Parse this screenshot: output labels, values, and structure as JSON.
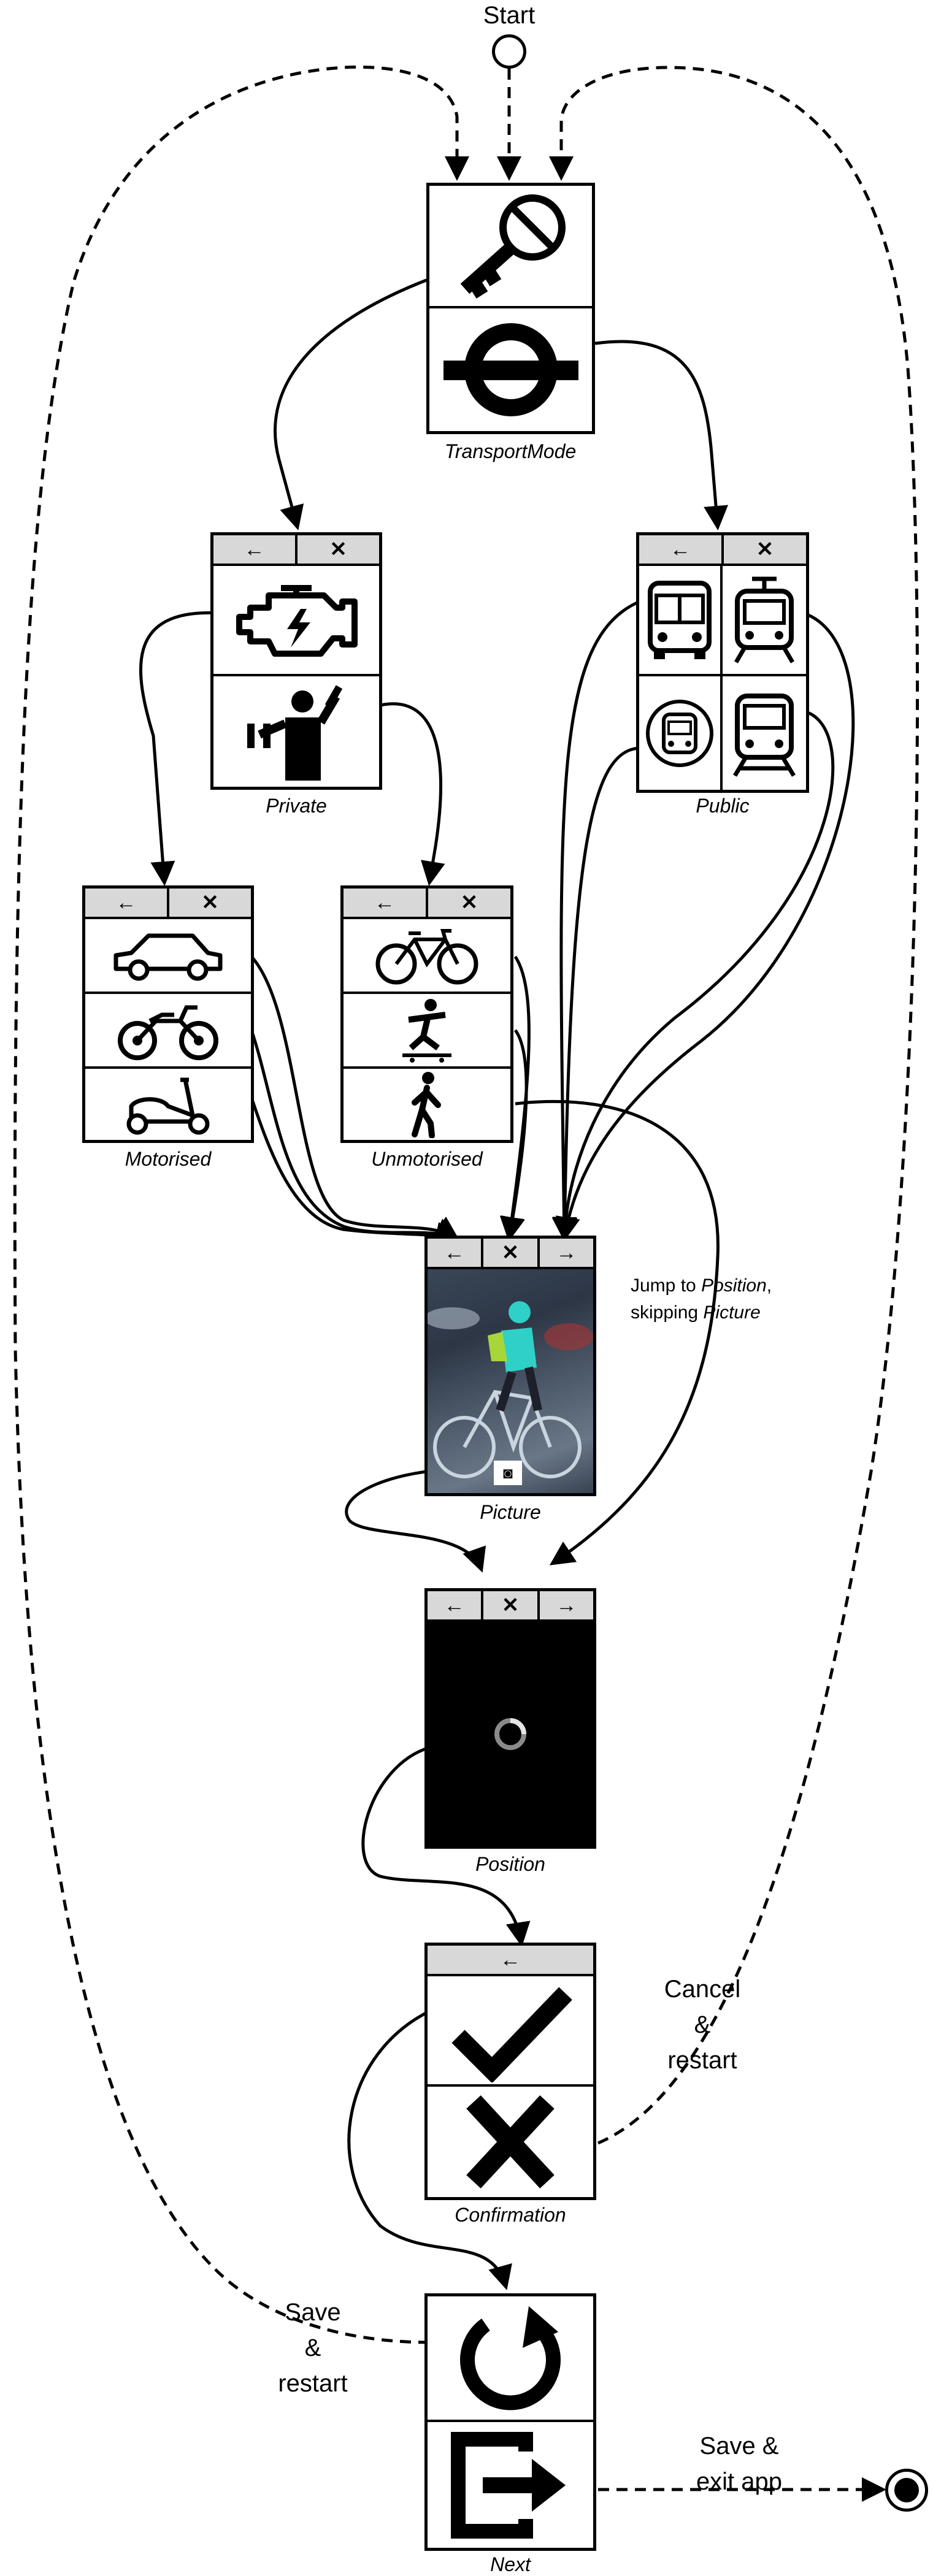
{
  "start_label": "Start",
  "nav": {
    "back": "←",
    "close": "✕",
    "forward": "→"
  },
  "screens": {
    "transport_mode": {
      "caption": "TransportMode",
      "icons": [
        "key-icon",
        "underground-roundel-icon"
      ]
    },
    "private": {
      "caption": "Private",
      "icons": [
        "engine-icon",
        "weightlifter-icon"
      ]
    },
    "public": {
      "caption": "Public",
      "icons": [
        "bus-icon",
        "tram-icon",
        "bus-stop-icon",
        "train-icon"
      ]
    },
    "motorised": {
      "caption": "Motorised",
      "icons": [
        "car-icon",
        "motorcycle-icon",
        "scooter-icon"
      ]
    },
    "unmotorised": {
      "caption": "Unmotorised",
      "icons": [
        "bicycle-icon",
        "skateboard-icon",
        "walking-icon"
      ]
    },
    "picture": {
      "caption": "Picture",
      "icons": [
        "camera-icon"
      ]
    },
    "position": {
      "caption": "Position",
      "icons": [
        "spinner-icon"
      ]
    },
    "confirmation": {
      "caption": "Confirmation",
      "icons": [
        "checkmark-icon",
        "cross-icon"
      ]
    },
    "next": {
      "caption": "Next",
      "icons": [
        "restart-icon",
        "exit-icon"
      ]
    }
  },
  "labels": {
    "jump_a": "Jump to ",
    "jump_b": "Position",
    "jump_c": ",",
    "jump_d": "skipping ",
    "jump_e": "Picture",
    "cancel_1": "Cancel",
    "cancel_2": "&",
    "cancel_3": "restart",
    "save_1": "Save",
    "save_2": "&",
    "save_3": "restart",
    "exit_1": "Save &",
    "exit_2": "exit app"
  },
  "colors": {
    "line": "#000000",
    "bar": "#d8d8d8",
    "photo_sky": "#5a6f86",
    "cyclist": "#2fd0c8"
  }
}
